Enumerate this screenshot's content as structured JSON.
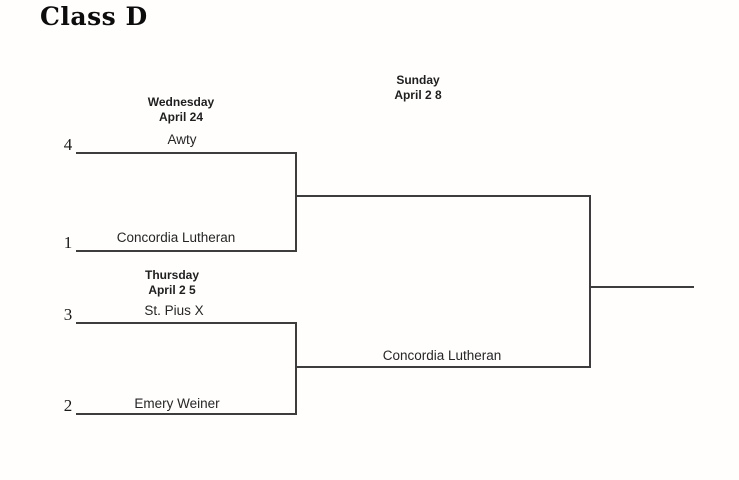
{
  "title": "Class D",
  "rounds": {
    "semifinal_top": {
      "day": "Wednesday",
      "date": "April 24"
    },
    "semifinal_bottom": {
      "day": "Thursday",
      "date": "April 2 5"
    },
    "final": {
      "day": "Sunday",
      "date": "April 2 8"
    }
  },
  "matches": {
    "semifinal_top": {
      "top": {
        "seed": "4",
        "team": "Awty"
      },
      "bottom": {
        "seed": "1",
        "team": "Concordia Lutheran"
      }
    },
    "semifinal_bottom": {
      "top": {
        "seed": "3",
        "team": "St. Pius X"
      },
      "bottom": {
        "seed": "2",
        "team": "Emery Weiner"
      }
    },
    "final": {
      "bottom_winner": "Concordia Lutheran"
    }
  },
  "colors": {
    "line": "#3d3d3d",
    "text": "#1f1f1f"
  }
}
